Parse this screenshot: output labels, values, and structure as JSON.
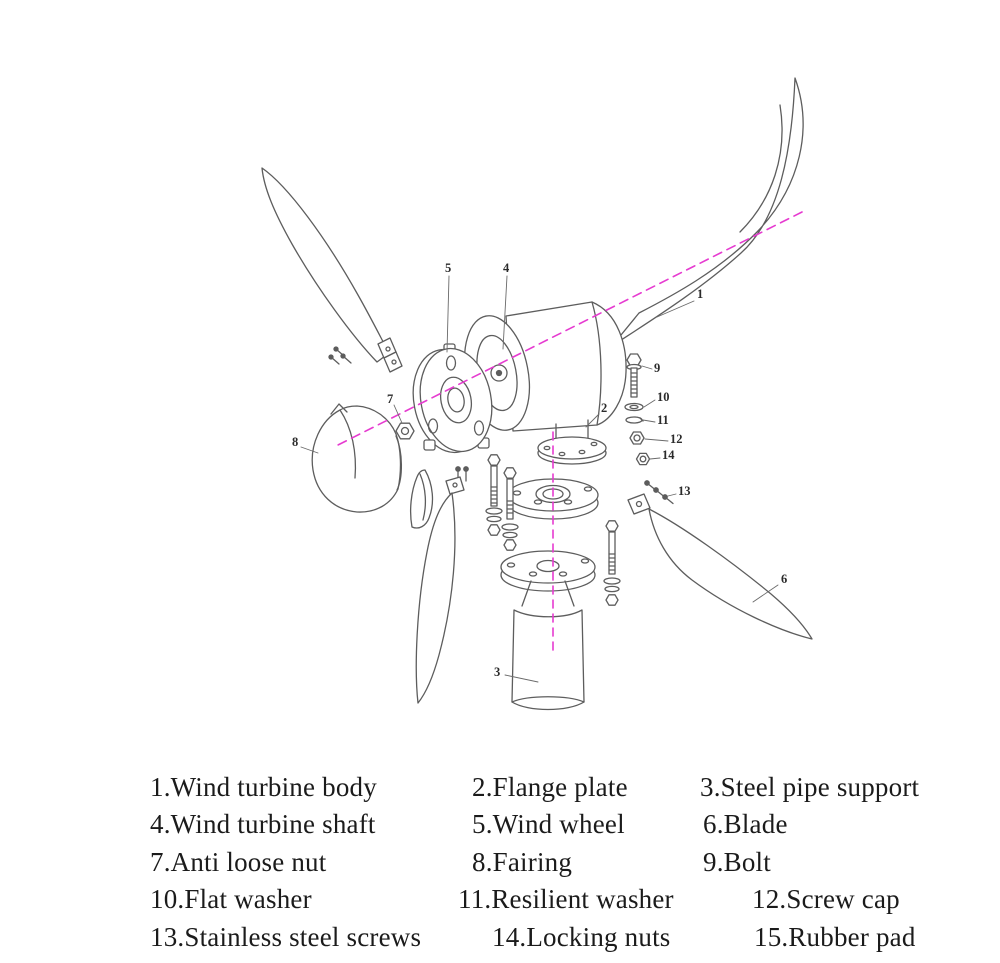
{
  "page": {
    "background": "#ffffff"
  },
  "diagram": {
    "name": "wind-turbine-exploded-view-diagram",
    "line_color": "#5d5d5d",
    "centerline_color": "#e63bd0",
    "callouts": [
      {
        "num": "1",
        "part": "Wind turbine body"
      },
      {
        "num": "2",
        "part": "Flange plate"
      },
      {
        "num": "3",
        "part": "Steel pipe support"
      },
      {
        "num": "4",
        "part": "Wind turbine shaft"
      },
      {
        "num": "5",
        "part": "Wind wheel"
      },
      {
        "num": "6",
        "part": "Blade"
      },
      {
        "num": "7",
        "part": "Anti loose nut"
      },
      {
        "num": "8",
        "part": "Fairing"
      },
      {
        "num": "9",
        "part": "Bolt"
      },
      {
        "num": "10",
        "part": "Flat washer"
      },
      {
        "num": "11",
        "part": "Resilient washer"
      },
      {
        "num": "12",
        "part": "Screw cap"
      },
      {
        "num": "13",
        "part": "Stainless steel screws"
      },
      {
        "num": "14",
        "part": "Locking nuts"
      }
    ]
  },
  "legend": {
    "rows": [
      {
        "items": [
          {
            "text": "1.Wind turbine body"
          },
          {
            "text": "2.Flange plate"
          },
          {
            "text": "3.Steel pipe support"
          }
        ]
      },
      {
        "items": [
          {
            "text": "4.Wind turbine shaft"
          },
          {
            "text": "5.Wind wheel"
          },
          {
            "text": "6.Blade"
          }
        ]
      },
      {
        "items": [
          {
            "text": "7.Anti loose nut"
          },
          {
            "text": "8.Fairing"
          },
          {
            "text": "9.Bolt"
          }
        ]
      },
      {
        "items": [
          {
            "text": "10.Flat washer"
          },
          {
            "text": "11.Resilient washer"
          },
          {
            "text": "12.Screw cap"
          }
        ]
      },
      {
        "items": [
          {
            "text": "13.Stainless steel screws"
          },
          {
            "text": "14.Locking nuts"
          },
          {
            "text": "15.Rubber pad"
          }
        ]
      }
    ]
  }
}
